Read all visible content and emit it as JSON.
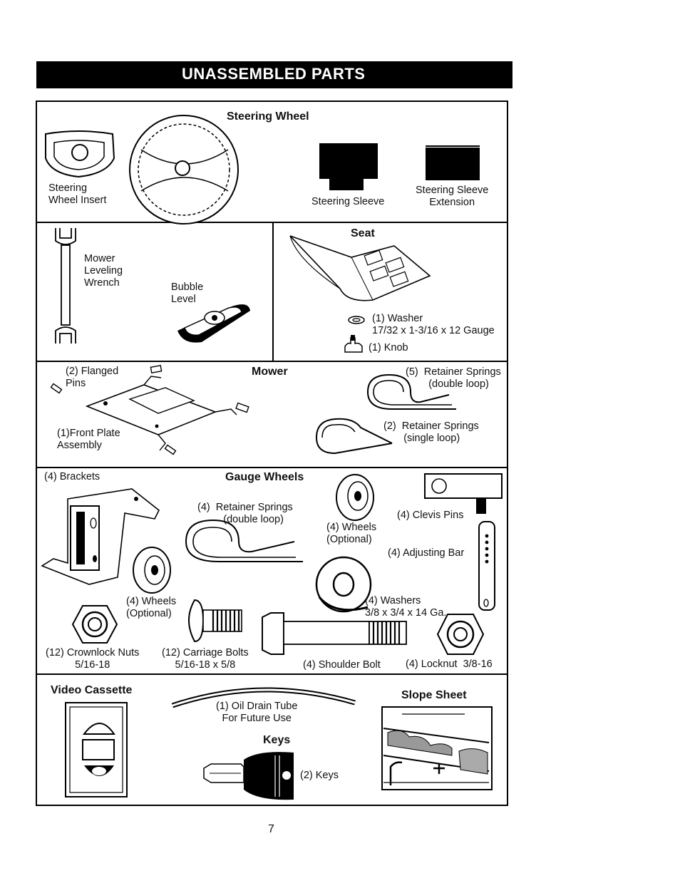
{
  "header": {
    "title": "UNASSEMBLED PARTS"
  },
  "steering": {
    "title": "Steering Wheel",
    "insert": "Steering\nWheel Insert",
    "sleeve": "Steering Sleeve",
    "extension": "Steering Sleeve\nExtension"
  },
  "tools": {
    "wrench": "Mower\nLeveling\nWrench",
    "bubble": "Bubble\nLevel"
  },
  "seat": {
    "title": "Seat",
    "washer": "(1) Washer\n17/32 x 1-3/16 x 12 Gauge",
    "knob": "(1) Knob"
  },
  "mower": {
    "title": "Mower",
    "pins": "(2) Flanged\nPins",
    "plate": "(1)Front Plate\nAssembly",
    "springs_double": "(5)  Retainer Springs\n        (double loop)",
    "springs_single": "(2)  Retainer Springs\n       (single loop)"
  },
  "gauge": {
    "title": "Gauge Wheels",
    "brackets": "(4) Brackets",
    "springs": "(4)  Retainer Springs\n         (double loop)",
    "wheels_top": "(4) Wheels\n(Optional)",
    "clevis": "(4) Clevis Pins",
    "adjusting": "(4) Adjusting Bar",
    "wheels_left": "(4) Wheels\n(Optional)",
    "washers": "(4) Washers\n3/8 x 3/4 x 14 Ga.",
    "nuts": "(12) Crownlock Nuts\n5/16-18",
    "bolts": "(12) Carriage Bolts\n5/16-18 x 5/8",
    "shoulder": "(4) Shoulder Bolt",
    "locknut": "(4) Locknut  3/8-16"
  },
  "bottom": {
    "video": "Video Cassette",
    "tube": "(1) Oil Drain Tube\nFor Future Use",
    "keys_title": "Keys",
    "keys": "(2) Keys",
    "slope": "Slope Sheet"
  },
  "page_number": "7"
}
